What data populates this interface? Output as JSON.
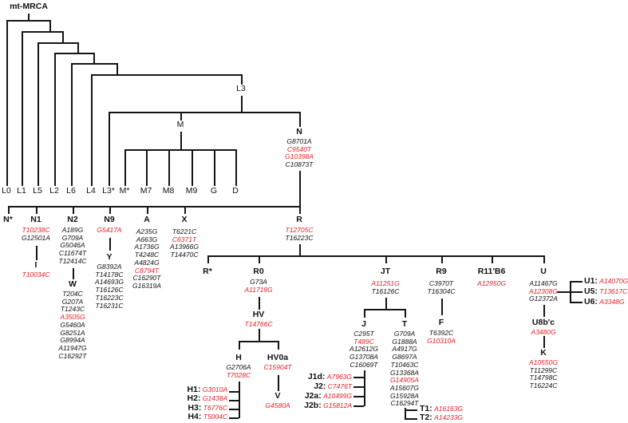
{
  "meta": {
    "background_color": "#ffffff",
    "line_color": "#151515",
    "text_color": "#111111",
    "highlight_color": "#e42028",
    "highlight_meaning": "highlighted mutation (red italic)"
  },
  "root": {
    "label": "mt-MRCA"
  },
  "top_leaves": [
    "L0",
    "L1",
    "L5",
    "L2",
    "L6",
    "L4",
    "L3*",
    "M*",
    "M7",
    "M8",
    "M9",
    "G",
    "D"
  ],
  "internal": {
    "L3": "L3",
    "M": "M"
  },
  "nodes": {
    "N": {
      "label": "N",
      "mutations": [
        {
          "m": "G8701A"
        },
        {
          "m": "C9540T",
          "hl": true
        },
        {
          "m": "G10398A",
          "hl": true
        },
        {
          "m": "C10873T"
        }
      ]
    },
    "Nstar": {
      "label": "N*"
    },
    "N1": {
      "label": "N1",
      "mutations": [
        {
          "m": "T10238C",
          "hl": true
        },
        {
          "m": "G12501A"
        }
      ]
    },
    "I": {
      "label": "I",
      "mutations": [
        {
          "m": "T10034C",
          "hl": true
        }
      ]
    },
    "N2": {
      "label": "N2",
      "mutations": [
        {
          "m": "A189G"
        },
        {
          "m": "G709A"
        },
        {
          "m": "G5046A"
        },
        {
          "m": "C11674T"
        },
        {
          "m": "T12414C"
        }
      ]
    },
    "W": {
      "label": "W",
      "mutations": [
        {
          "m": "T204C"
        },
        {
          "m": "G207A"
        },
        {
          "m": "T1243C"
        },
        {
          "m": "A3505G",
          "hl": true
        },
        {
          "m": "G5460A"
        },
        {
          "m": "G8251A"
        },
        {
          "m": "G8994A"
        },
        {
          "m": "A11947G"
        },
        {
          "m": "C16292T"
        }
      ]
    },
    "N9": {
      "label": "N9",
      "mutations": [
        {
          "m": "G5417A",
          "hl": true
        }
      ]
    },
    "Y": {
      "label": "Y",
      "mutations": [
        {
          "m": "G8392A"
        },
        {
          "m": "T14178C"
        },
        {
          "m": "A14693G"
        },
        {
          "m": "T16126C"
        },
        {
          "m": "T16223C"
        },
        {
          "m": "T16231C"
        }
      ]
    },
    "A": {
      "label": "A",
      "mutations": [
        {
          "m": "A235G"
        },
        {
          "m": "A663G"
        },
        {
          "m": "A1736G"
        },
        {
          "m": "T4248C"
        },
        {
          "m": "A4824G"
        },
        {
          "m": "C8794T",
          "hl": true
        },
        {
          "m": "C16290T"
        },
        {
          "m": "G16319A"
        }
      ]
    },
    "X": {
      "label": "X",
      "mutations": [
        {
          "m": "T6221C"
        },
        {
          "m": "C6371T",
          "hl": true
        },
        {
          "m": "A13966G"
        },
        {
          "m": "T14470C"
        }
      ]
    },
    "R": {
      "label": "R",
      "mutations": [
        {
          "m": "T12705C",
          "hl": true
        },
        {
          "m": "T16223C"
        }
      ]
    },
    "Rstar": {
      "label": "R*"
    },
    "R0": {
      "label": "R0",
      "mutations": [
        {
          "m": "G73A"
        },
        {
          "m": "A11719G",
          "hl": true
        }
      ]
    },
    "HV": {
      "label": "HV",
      "mutations": [
        {
          "m": "T14766C",
          "hl": true
        }
      ]
    },
    "H": {
      "label": "H",
      "mutations": [
        {
          "m": "G2706A"
        },
        {
          "m": "T7028C",
          "hl": true
        }
      ]
    },
    "HV0a": {
      "label": "HV0a",
      "mutations": [
        {
          "m": "C15904T",
          "hl": true
        }
      ]
    },
    "V": {
      "label": "V",
      "mutations": [
        {
          "m": "G4580A",
          "hl": true
        }
      ]
    },
    "JT": {
      "label": "JT",
      "mutations": [
        {
          "m": "A11251G",
          "hl": true
        },
        {
          "m": "T16126C"
        }
      ]
    },
    "J": {
      "label": "J",
      "mutations": [
        {
          "m": "C295T"
        },
        {
          "m": "T489C",
          "hl": true
        },
        {
          "m": "A12612G"
        },
        {
          "m": "G13708A"
        },
        {
          "m": "C16069T"
        }
      ]
    },
    "T": {
      "label": "T",
      "mutations": [
        {
          "m": "G709A"
        },
        {
          "m": "G1888A"
        },
        {
          "m": "A4917G"
        },
        {
          "m": "G8697A"
        },
        {
          "m": "T10463C"
        },
        {
          "m": "G13368A"
        },
        {
          "m": "G14905A",
          "hl": true
        },
        {
          "m": "A15607G"
        },
        {
          "m": "G15928A"
        },
        {
          "m": "C16294T"
        }
      ]
    },
    "R9": {
      "label": "R9",
      "mutations": [
        {
          "m": "C3970T"
        },
        {
          "m": "T16304C"
        }
      ]
    },
    "F": {
      "label": "F",
      "mutations": [
        {
          "m": "T6392C"
        },
        {
          "m": "G10310A",
          "hl": true
        }
      ]
    },
    "R11B6": {
      "label": "R11'B6",
      "mutations": [
        {
          "m": "A12950G",
          "hl": true
        }
      ]
    },
    "U": {
      "label": "U",
      "mutations": [
        {
          "m": "A11467G"
        },
        {
          "m": "A12308G",
          "hl": true
        },
        {
          "m": "G12372A"
        }
      ]
    },
    "U8bc": {
      "label": "U8b'c",
      "mutations": [
        {
          "m": "A3480G",
          "hl": true
        }
      ]
    },
    "K": {
      "label": "K",
      "mutations": [
        {
          "m": "A10550G",
          "hl": true
        },
        {
          "m": "T11299C"
        },
        {
          "m": "T14798C"
        },
        {
          "m": "T16224C"
        }
      ]
    }
  },
  "subclades": {
    "H": [
      {
        "label": "H1:",
        "m": "G3010A"
      },
      {
        "label": "H2:",
        "m": "G1438A"
      },
      {
        "label": "H3:",
        "m": "T6776C"
      },
      {
        "label": "H4:",
        "m": "T5004C"
      }
    ],
    "J": [
      {
        "label": "J1d:",
        "m": "A7963G"
      },
      {
        "label": "J2:",
        "m": "C7476T"
      },
      {
        "label": "J2a:",
        "m": "A10499G"
      },
      {
        "label": "J2b:",
        "m": "G15812A"
      }
    ],
    "T": [
      {
        "label": "T1:",
        "m": "A16163G"
      },
      {
        "label": "T2:",
        "m": "A14233G"
      }
    ],
    "U": [
      {
        "label": "U1:",
        "m": "A14070G"
      },
      {
        "label": "U5:",
        "m": "T13617C"
      },
      {
        "label": "U6:",
        "m": "A3348G"
      }
    ]
  }
}
